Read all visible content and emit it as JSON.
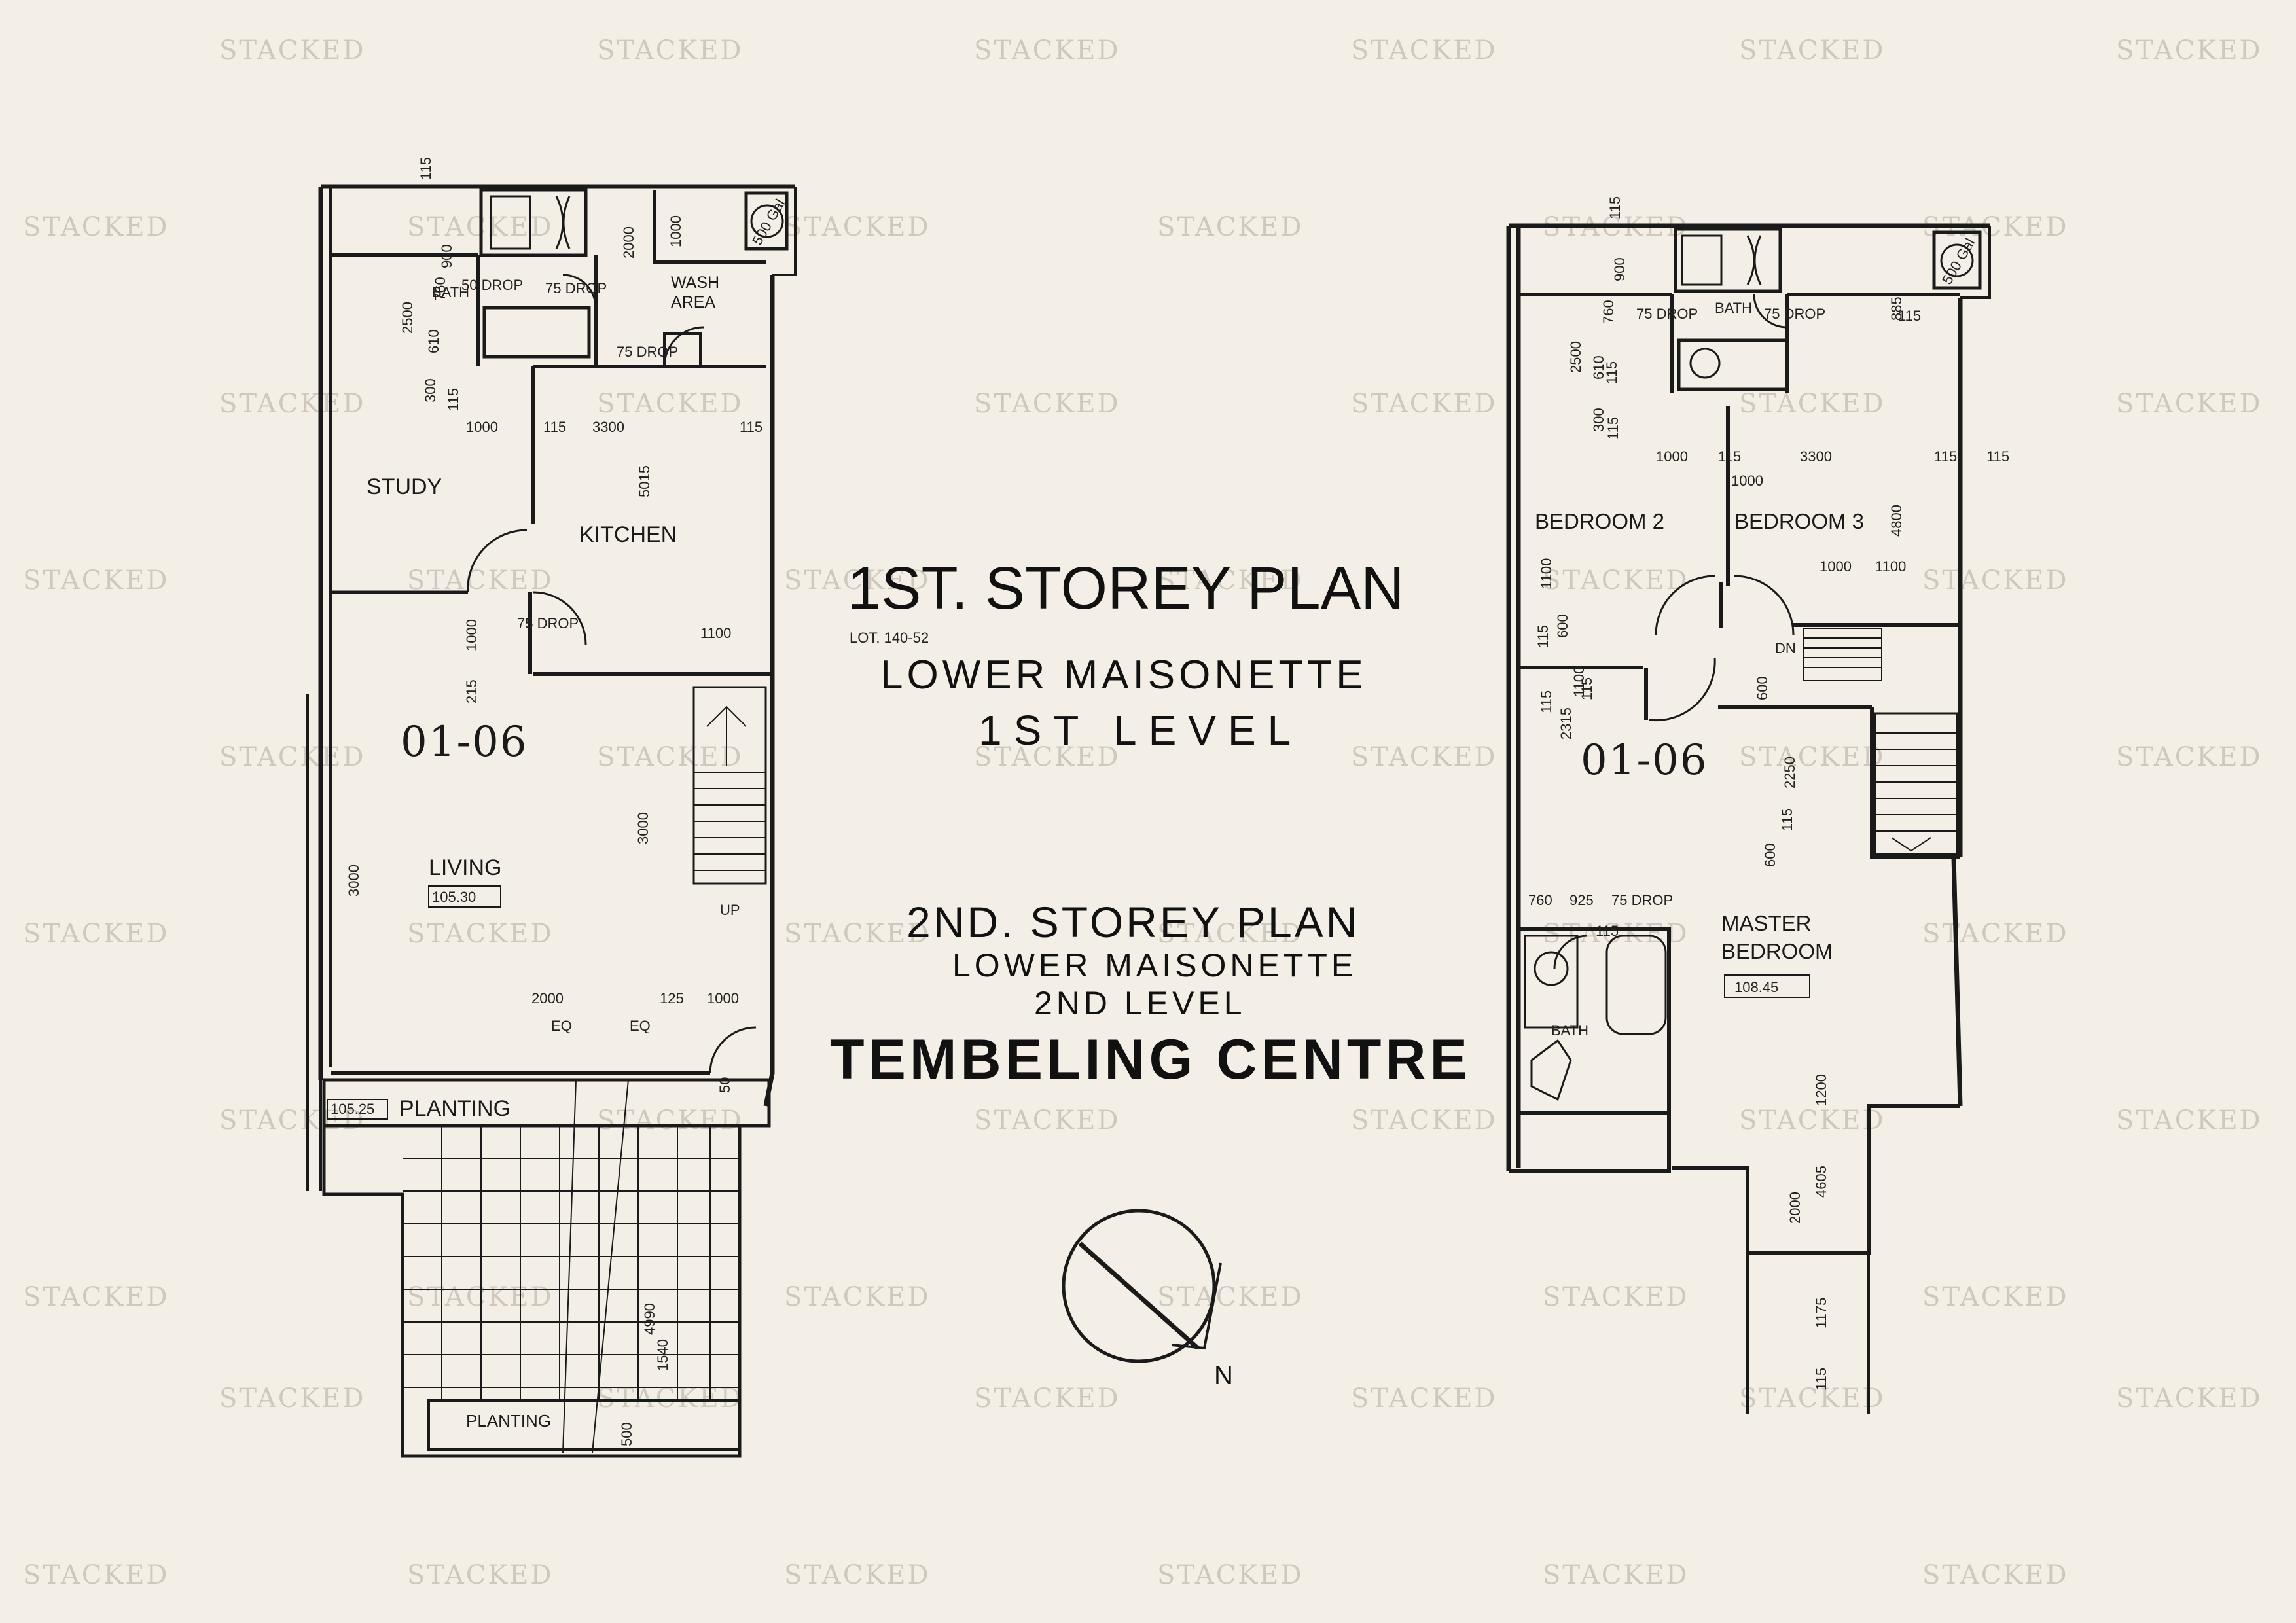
{
  "watermark": "STACKED",
  "titles": {
    "first_storey": "1ST. STOREY PLAN",
    "lot": "LOT. 140-52",
    "lower_maisonette_1": "LOWER MAISONETTE",
    "level_1": "1ST LEVEL",
    "second_storey": "2ND. STOREY PLAN",
    "lower_maisonette_2": "LOWER MAISONETTE",
    "level_2": "2ND LEVEL",
    "project": "TEMBELING CENTRE"
  },
  "first_floor": {
    "unit": "01-06",
    "rooms": {
      "bath": "BATH",
      "wash_area_1": "WASH",
      "wash_area_2": "AREA",
      "study": "STUDY",
      "kitchen": "KITCHEN",
      "living": "LIVING",
      "living_level": "105.30",
      "planting_top": "PLANTING",
      "planting_level": "105.25",
      "planting_bottom": "PLANTING",
      "up": "UP"
    },
    "dims": [
      "115",
      "900",
      "760",
      "2000",
      "1000",
      "50 DROP",
      "75 DROP",
      "75 DROP",
      "2500",
      "610",
      "300",
      "115",
      "1000",
      "115",
      "3300",
      "115",
      "5015",
      "1000",
      "75 DROP",
      "1100",
      "215",
      "3000",
      "3000",
      "2000",
      "125",
      "1000",
      "EQ",
      "EQ",
      "50",
      "4990",
      "1540",
      "500"
    ]
  },
  "second_floor": {
    "unit": "01-06",
    "rooms": {
      "bath_top": "BATH",
      "bedroom_2": "BEDROOM 2",
      "bedroom_3": "BEDROOM 3",
      "dn": "DN",
      "master_1": "MASTER",
      "master_2": "BEDROOM",
      "master_level": "108.45",
      "bath_bottom": "BATH"
    },
    "dims": [
      "115",
      "900",
      "885",
      "760",
      "75 DROP",
      "75 DROP",
      "115",
      "2500",
      "610",
      "115",
      "300",
      "115",
      "1000",
      "115",
      "3300",
      "115",
      "115",
      "1000",
      "4800",
      "1000",
      "1100",
      "1100",
      "600",
      "115",
      "115",
      "2315",
      "1100",
      "600",
      "115",
      "2250",
      "115",
      "600",
      "760",
      "925",
      "75 DROP",
      "115",
      "1200",
      "4605",
      "2000",
      "1175",
      "115"
    ]
  },
  "north_label": "N",
  "tank_label": "500 Gal"
}
